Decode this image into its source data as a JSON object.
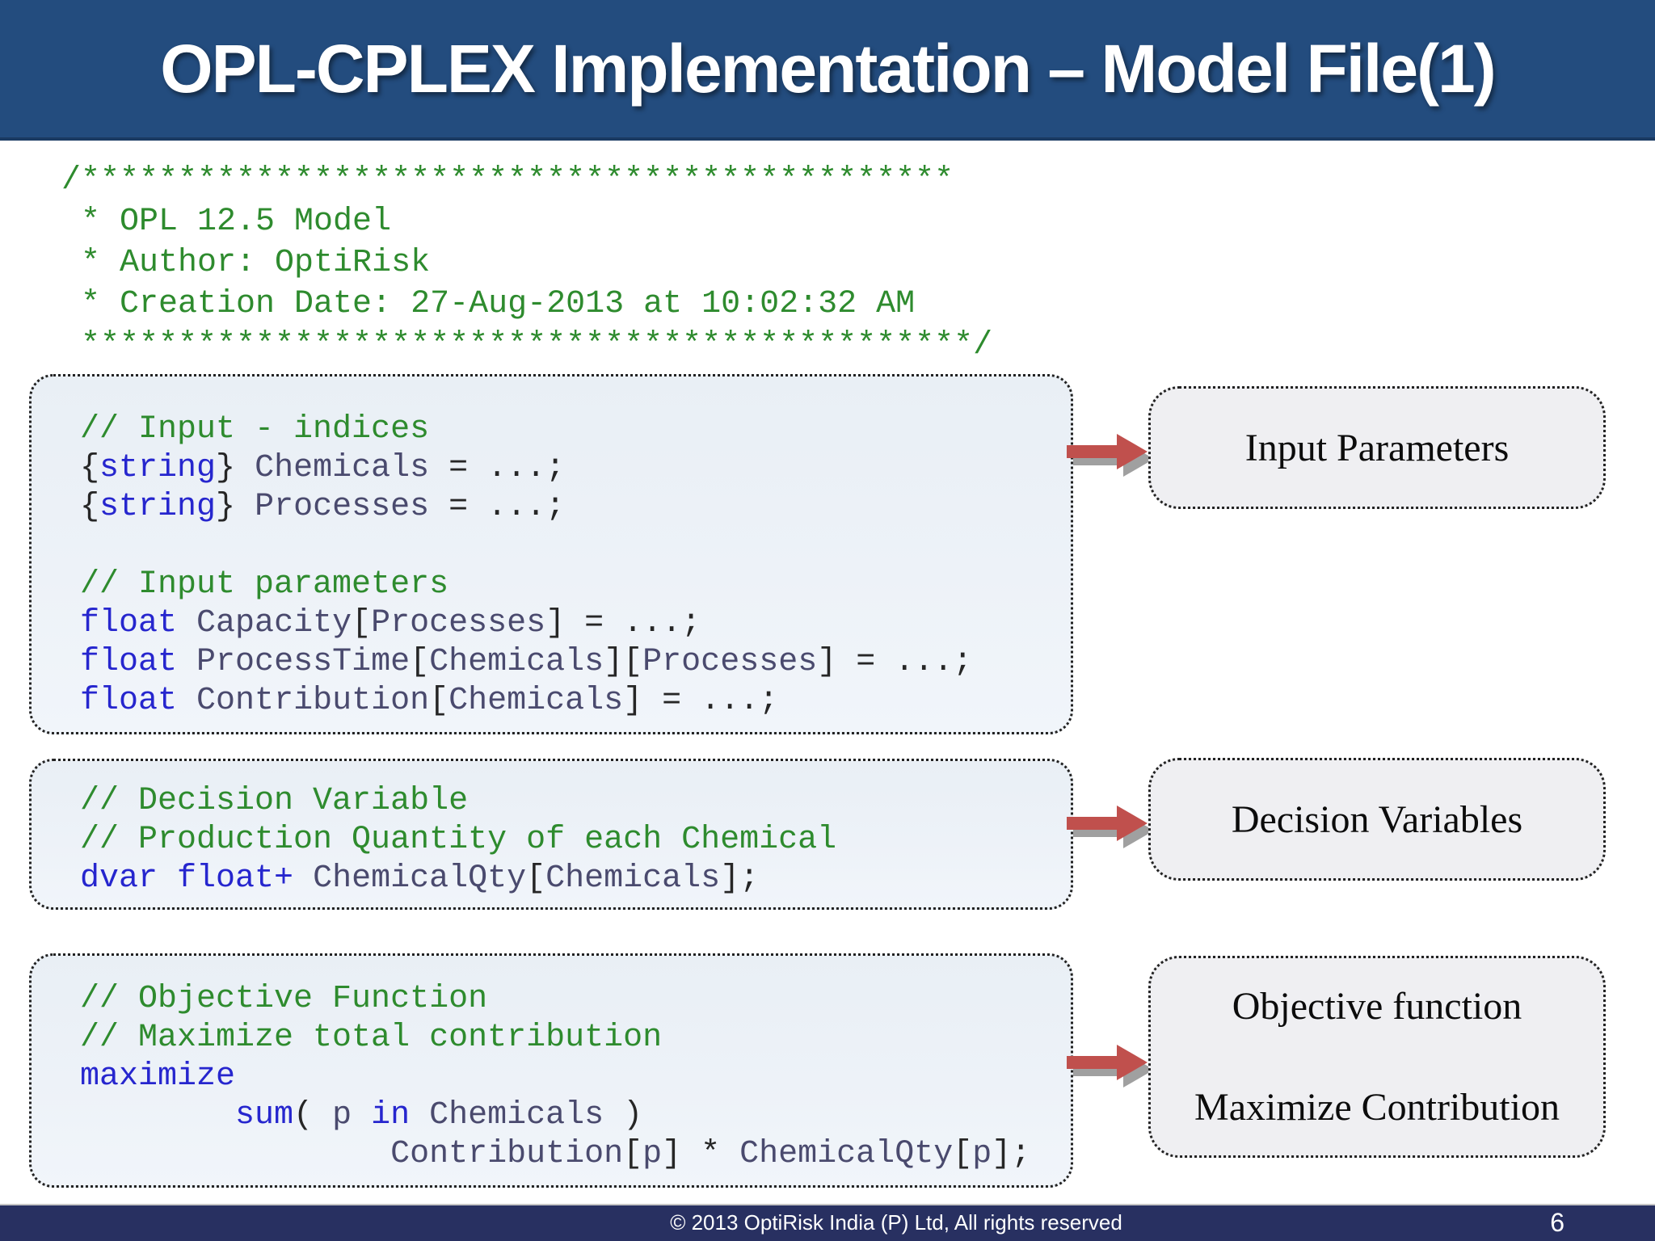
{
  "slide": {
    "title": "OPL-CPLEX Implementation – Model File(1)",
    "copyright": "© 2013 OptiRisk India (P) Ltd, All rights reserved",
    "page_number": "6"
  },
  "colors": {
    "title_bar": "#234C7E",
    "footer_bar": "#283061",
    "comment_green": "#2E8B2E",
    "keyword_blue": "#2626CE",
    "identifier_slate": "#4A4A6E",
    "code_box_bg": "#EDF2F8",
    "label_box_bg": "#EFEFF2",
    "arrow_red": "#C0504D",
    "arrow_shadow_gray": "#A0A0A0"
  },
  "header_comment": {
    "lines": [
      "/*********************************************",
      " * OPL 12.5 Model",
      " * Author: OptiRisk",
      " * Creation Date: 27-Aug-2013 at 10:02:32 AM",
      " **********************************************/"
    ]
  },
  "code_boxes": [
    {
      "name": "input-parameters-code",
      "lines": [
        [
          [
            "c",
            "// Input - indices"
          ]
        ],
        [
          [
            "p",
            "{"
          ],
          [
            "k",
            "string"
          ],
          [
            "p",
            "} "
          ],
          [
            "i",
            "Chemicals"
          ],
          [
            "p",
            " = ...;"
          ]
        ],
        [
          [
            "p",
            "{"
          ],
          [
            "k",
            "string"
          ],
          [
            "p",
            "} "
          ],
          [
            "i",
            "Processes"
          ],
          [
            "p",
            " = ...;"
          ]
        ],
        [],
        [
          [
            "c",
            "// Input parameters"
          ]
        ],
        [
          [
            "k",
            "float"
          ],
          [
            "p",
            " "
          ],
          [
            "i",
            "Capacity"
          ],
          [
            "p",
            "["
          ],
          [
            "i",
            "Processes"
          ],
          [
            "p",
            "] = ...;"
          ]
        ],
        [
          [
            "k",
            "float"
          ],
          [
            "p",
            " "
          ],
          [
            "i",
            "ProcessTime"
          ],
          [
            "p",
            "["
          ],
          [
            "i",
            "Chemicals"
          ],
          [
            "p",
            "]["
          ],
          [
            "i",
            "Processes"
          ],
          [
            "p",
            "] = ...;"
          ]
        ],
        [
          [
            "k",
            "float"
          ],
          [
            "p",
            " "
          ],
          [
            "i",
            "Contribution"
          ],
          [
            "p",
            "["
          ],
          [
            "i",
            "Chemicals"
          ],
          [
            "p",
            "] = ...;"
          ]
        ]
      ]
    },
    {
      "name": "decision-variable-code",
      "lines": [
        [
          [
            "c",
            "// Decision Variable"
          ]
        ],
        [
          [
            "c",
            "// Production Quantity of each Chemical"
          ]
        ],
        [
          [
            "k",
            "dvar"
          ],
          [
            "p",
            " "
          ],
          [
            "k",
            "float+"
          ],
          [
            "p",
            " "
          ],
          [
            "i",
            "ChemicalQty"
          ],
          [
            "p",
            "["
          ],
          [
            "i",
            "Chemicals"
          ],
          [
            "p",
            "];"
          ]
        ]
      ]
    },
    {
      "name": "objective-function-code",
      "lines": [
        [
          [
            "c",
            "// Objective Function"
          ]
        ],
        [
          [
            "c",
            "// Maximize total contribution"
          ]
        ],
        [
          [
            "k",
            "maximize"
          ]
        ],
        [
          [
            "p",
            "        "
          ],
          [
            "k",
            "sum"
          ],
          [
            "p",
            "( "
          ],
          [
            "i",
            "p"
          ],
          [
            "p",
            " "
          ],
          [
            "k",
            "in"
          ],
          [
            "p",
            " "
          ],
          [
            "i",
            "Chemicals"
          ],
          [
            "p",
            " )"
          ]
        ],
        [
          [
            "p",
            "                "
          ],
          [
            "i",
            "Contribution"
          ],
          [
            "p",
            "["
          ],
          [
            "i",
            "p"
          ],
          [
            "p",
            "] * "
          ],
          [
            "i",
            "ChemicalQty"
          ],
          [
            "p",
            "["
          ],
          [
            "i",
            "p"
          ],
          [
            "p",
            "];"
          ]
        ]
      ]
    }
  ],
  "annotations": [
    {
      "label_lines": [
        "Input Parameters"
      ]
    },
    {
      "label_lines": [
        "Decision Variables"
      ]
    },
    {
      "label_lines": [
        "Objective function",
        "Maximize Contribution"
      ]
    }
  ]
}
